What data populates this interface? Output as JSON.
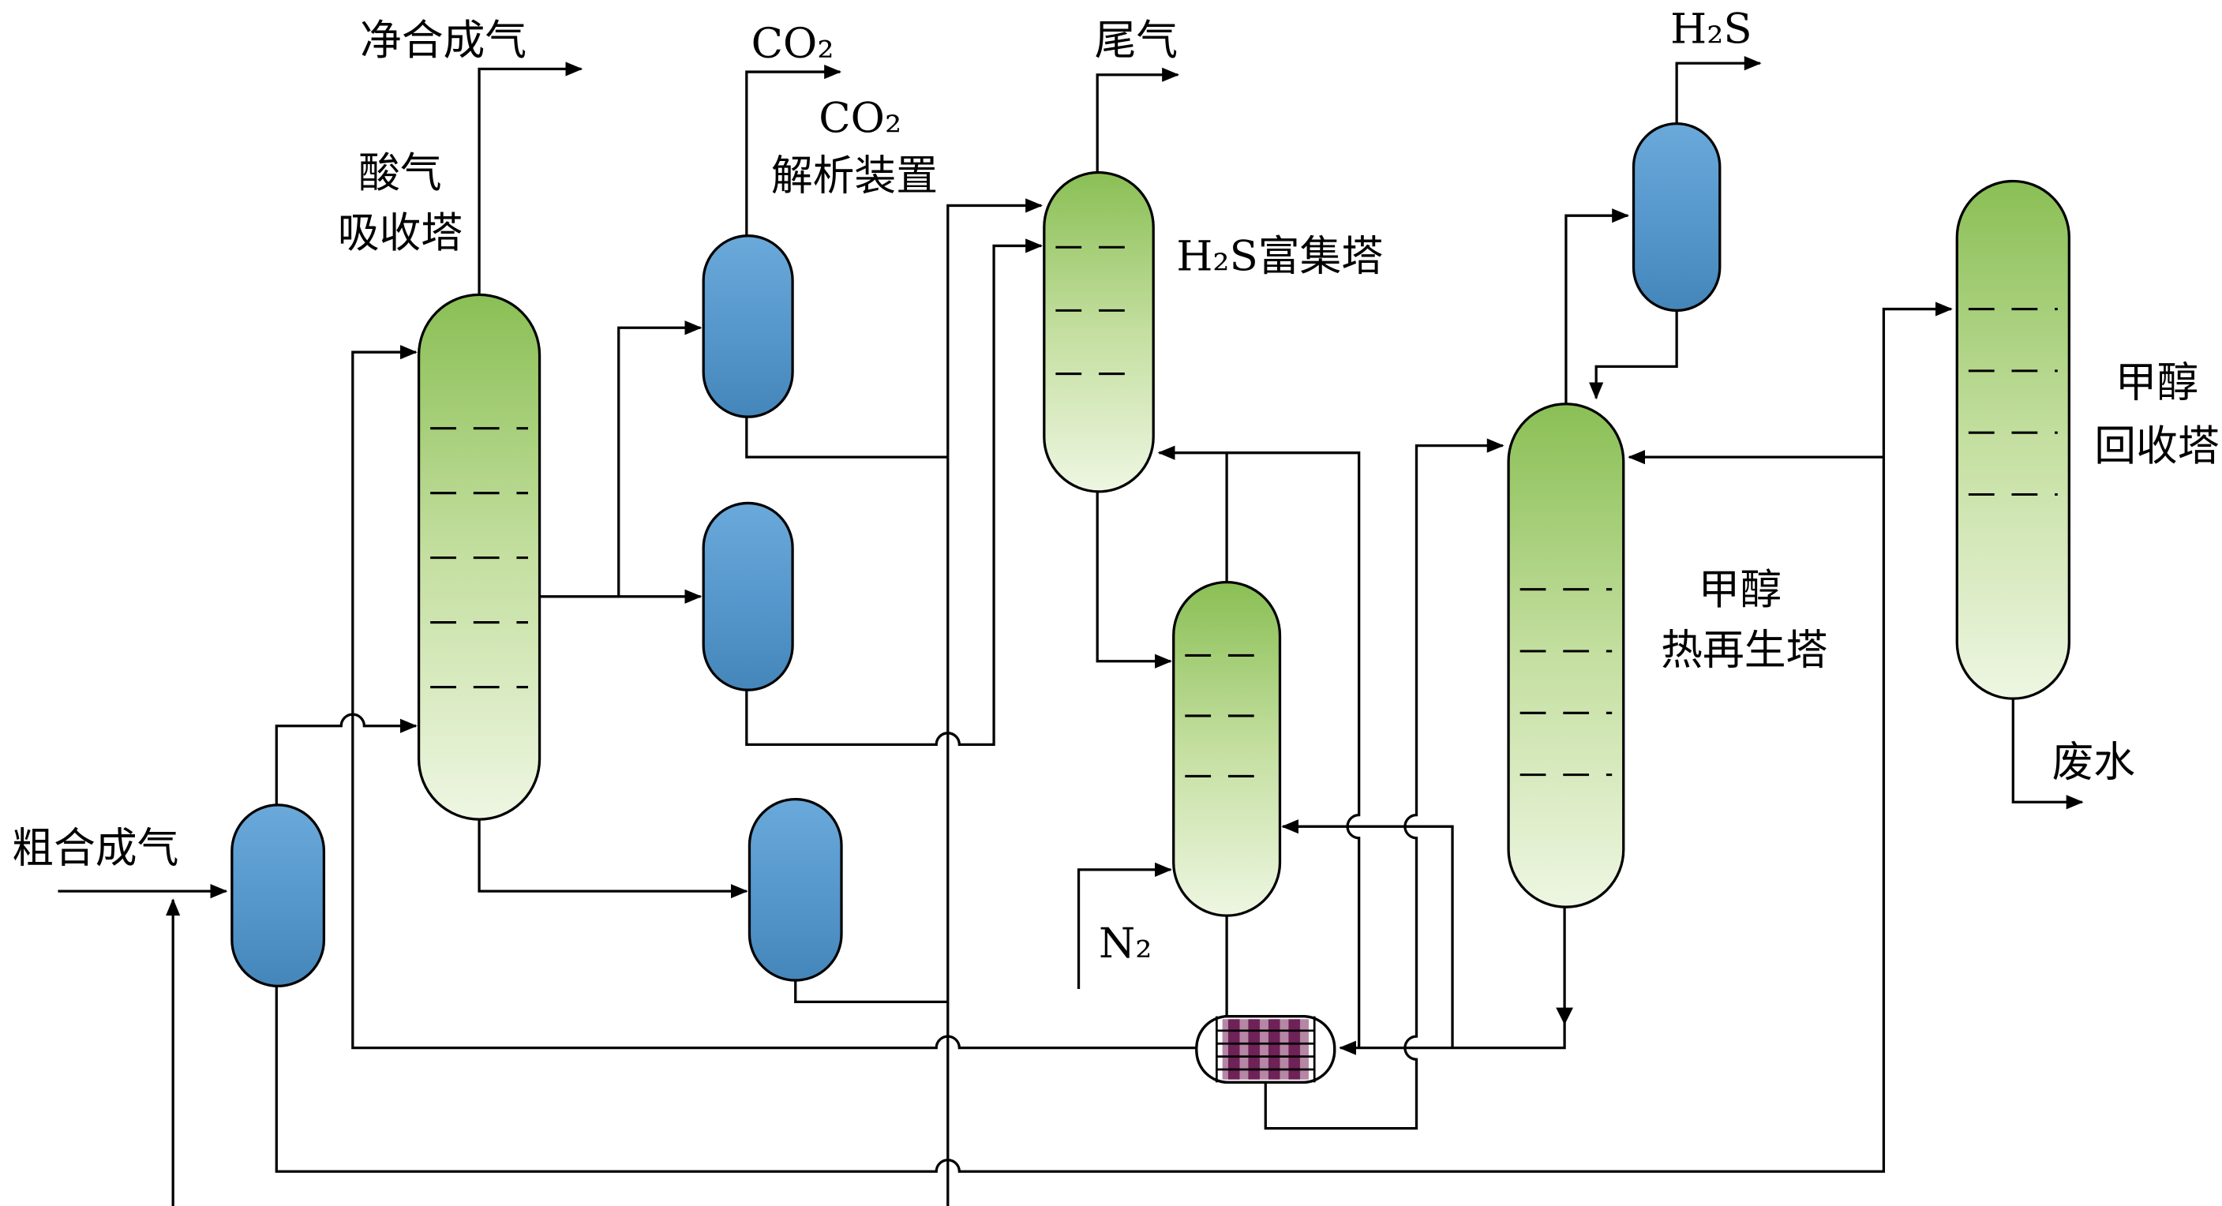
{
  "diagram": {
    "type": "process-flow-diagram",
    "labels": {
      "purified_syngas": "净合成气",
      "co2_out": "CO₂",
      "co2_unit_line1": "CO₂",
      "co2_unit_line2": "解析装置",
      "tail_gas": "尾气",
      "h2s_out": "H₂S",
      "absorber_line1": "酸气",
      "absorber_line2": "吸收塔",
      "h2s_enrich_tower": "H₂S富集塔",
      "regen_line1": "甲醇",
      "regen_line2": "热再生塔",
      "recovery_line1": "甲醇",
      "recovery_line2": "回收塔",
      "raw_syngas": "粗合成气",
      "nitrogen": "N₂",
      "waste_water": "废水"
    },
    "colors": {
      "column_green_dark": "#8abf55",
      "column_green_mid": "#c4dfa0",
      "column_green_light": "#eef6e2",
      "drum_blue_light": "#6aa9da",
      "drum_blue_dark": "#4486ba",
      "exchanger_purple": "#6e2257",
      "exchanger_purple_light": "#b687a5",
      "line_black": "#000000",
      "background": "#ffffff"
    }
  }
}
